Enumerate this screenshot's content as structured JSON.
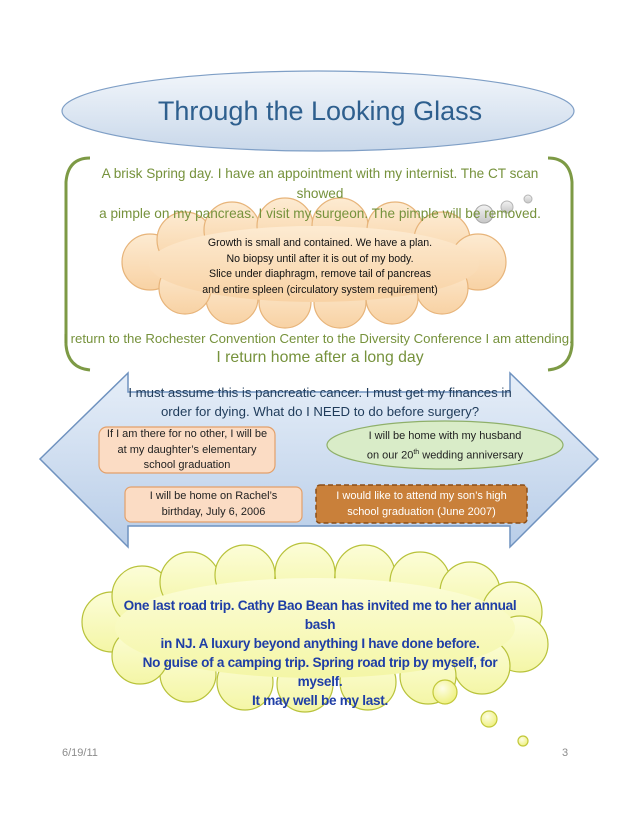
{
  "title": "Through the Looking Glass",
  "intro": {
    "line1": "A brisk Spring day.  I have an appointment with my internist.  The CT scan showed",
    "line2": "a pimple on my pancreas.  I visit my surgeon.  The pimple will be removed."
  },
  "thought_cloud": {
    "line1": "Growth is small and contained.  We have a plan.",
    "line2": "No biopsy until after it is out of my body.",
    "line3": "Slice under diaphragm, remove tail of pancreas",
    "line4": "and entire spleen (circulatory system requirement)"
  },
  "return": {
    "line1": "I return to the Rochester Convention Center to the Diversity Conference I am attending.",
    "line2": "I return home after a long day"
  },
  "assume": {
    "line1": "I must assume this is pancreatic cancer.  I must get my finances in",
    "line2": "order for dying.  What do I NEED to do before surgery?"
  },
  "goals": {
    "graduation": {
      "line1": "If I am there for no other, I will be",
      "line2": "at my daughter’s elementary",
      "line3": "school graduation"
    },
    "anniversary": {
      "line1": "I will be home with my husband",
      "line2_pre": "on our 20",
      "line2_sup": "th",
      "line2_post": " wedding anniversary"
    },
    "birthday": {
      "line1": "I will be home on Rachel’s",
      "line2": "birthday, July 6, 2006"
    },
    "son_graduation": {
      "line1": "I would like to attend my son’s high",
      "line2": "school graduation (June 2007)"
    }
  },
  "road_trip_cloud": {
    "line1": "One last road trip.  Cathy Bao Bean has invited me to her annual bash",
    "line2": "in NJ.  A luxury beyond anything I have done before.",
    "line3": "No guise of a camping trip.   Spring road trip by myself, for myself.",
    "line4": "It may well be my last."
  },
  "footer": {
    "date": "6/19/11",
    "page": "3"
  }
}
